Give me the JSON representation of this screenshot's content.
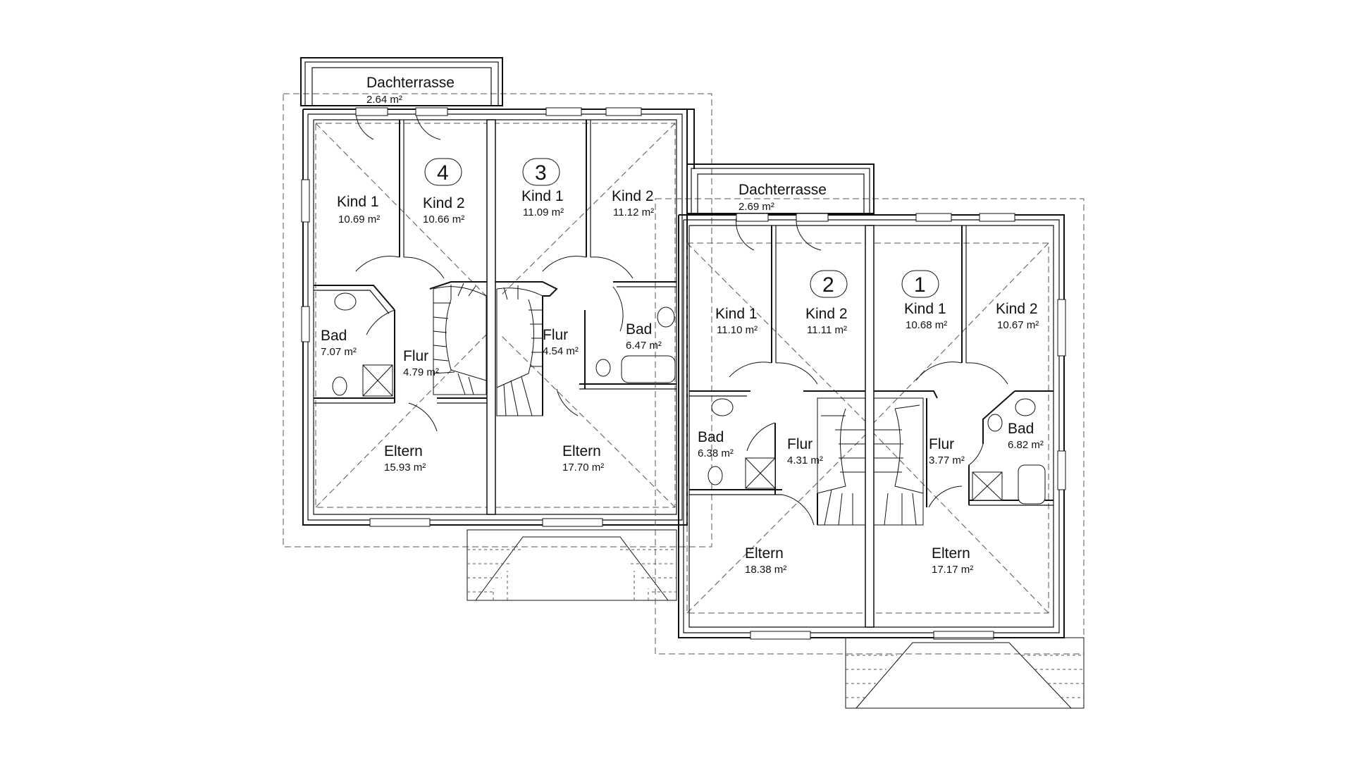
{
  "units": [
    {
      "number": "4",
      "rooms": [
        {
          "name": "Kind 1",
          "area": "10.69 m²"
        },
        {
          "name": "Kind 2",
          "area": "10.66 m²"
        },
        {
          "name": "Bad",
          "area": "7.07 m²"
        },
        {
          "name": "Flur",
          "area": "4.79 m²"
        },
        {
          "name": "Eltern",
          "area": "15.93 m²"
        }
      ]
    },
    {
      "number": "3",
      "rooms": [
        {
          "name": "Kind 1",
          "area": "11.09 m²"
        },
        {
          "name": "Kind 2",
          "area": "11.12 m²"
        },
        {
          "name": "Flur",
          "area": "4.54 m²"
        },
        {
          "name": "Bad",
          "area": "6.47 m²"
        },
        {
          "name": "Eltern",
          "area": "17.70 m²"
        }
      ]
    },
    {
      "number": "2",
      "rooms": [
        {
          "name": "Kind 1",
          "area": "11.10 m²"
        },
        {
          "name": "Kind 2",
          "area": "11.11 m²"
        },
        {
          "name": "Bad",
          "area": "6.38 m²"
        },
        {
          "name": "Flur",
          "area": "4.31 m²"
        },
        {
          "name": "Eltern",
          "area": "18.38 m²"
        }
      ]
    },
    {
      "number": "1",
      "rooms": [
        {
          "name": "Kind 1",
          "area": "10.68 m²"
        },
        {
          "name": "Kind 2",
          "area": "10.67 m²"
        },
        {
          "name": "Flur",
          "area": "3.77 m²"
        },
        {
          "name": "Bad",
          "area": "6.82 m²"
        },
        {
          "name": "Eltern",
          "area": "17.17 m²"
        }
      ]
    }
  ],
  "terraces": [
    {
      "name": "Dachterrasse",
      "area": "2.64 m²"
    },
    {
      "name": "Dachterrasse",
      "area": "2.69 m²"
    }
  ]
}
